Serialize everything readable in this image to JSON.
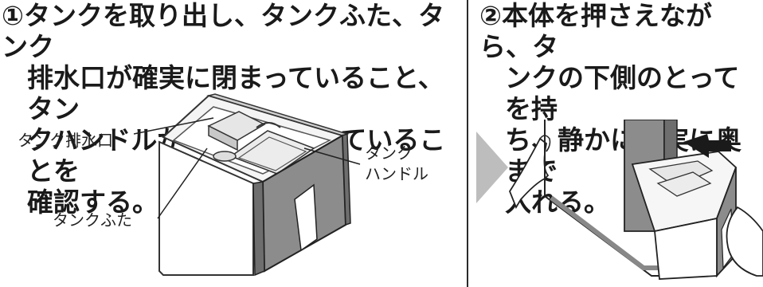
{
  "step1": {
    "number": "①",
    "lines": [
      "タンクを取り出し、タンクふた、タンク",
      "排水口が確実に閉まっていること、タン",
      "クハンドルがきちんと倒れていることを",
      "確認する。"
    ],
    "callouts": {
      "drain": "タンク排水口",
      "handle_line1": "タンク",
      "handle_line2": "ハンドル",
      "lid": "タンクふた"
    }
  },
  "step2": {
    "number": "②",
    "lines": [
      "本体を押さえながら、タ",
      "ンクの下側のとってを持",
      "ち、静かに確実に奥まで",
      "入れる。"
    ]
  },
  "colors": {
    "text": "#1a1a1a",
    "tank_side": "#8c8c8c",
    "tank_side_dark": "#6e6e6e",
    "arrow": "#bdbdbd"
  }
}
